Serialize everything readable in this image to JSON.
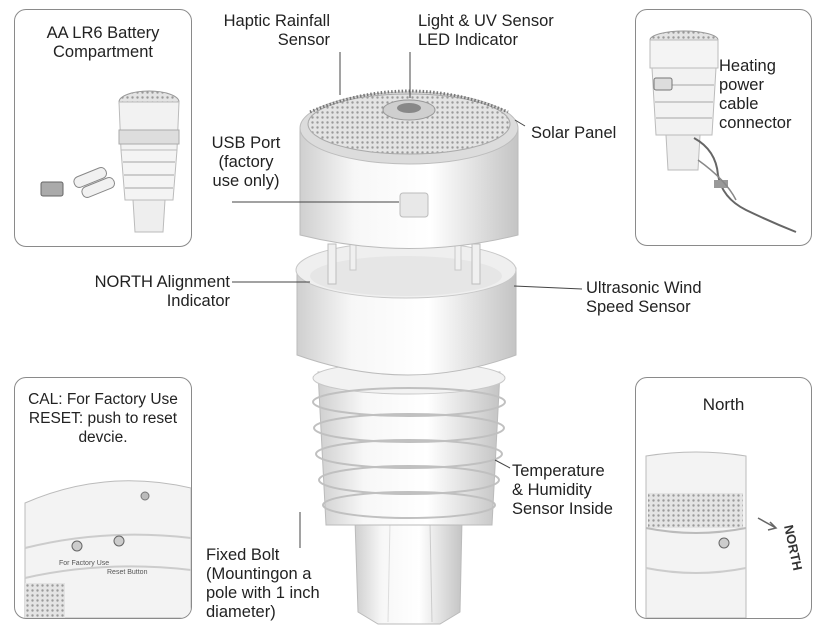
{
  "callouts": {
    "haptic_rainfall": [
      "Haptic Rainfall",
      "Sensor"
    ],
    "light_uv": [
      "Light & UV Sensor",
      "LED Indicator"
    ],
    "usb_port": [
      "USB Port",
      "(factory",
      "use only)"
    ],
    "solar_panel": [
      "Solar Panel"
    ],
    "north_alignment": [
      "NORTH Alignment",
      "Indicator"
    ],
    "ultrasonic_wind": [
      "Ultrasonic Wind",
      "Speed Sensor"
    ],
    "temp_humidity": [
      "Temperature",
      "& Humidity",
      "Sensor Inside"
    ],
    "fixed_bolt": [
      "Fixed Bolt",
      "(Mountingon a",
      "pole with 1 inch",
      "diameter)"
    ]
  },
  "insets": {
    "battery": {
      "title": [
        "AA LR6 Battery",
        "Compartment"
      ]
    },
    "heating": {
      "title": [
        "Heating",
        "power",
        "cable",
        "connector"
      ]
    },
    "cal_reset": {
      "title": [
        "CAL: For Factory Use",
        "RESET: push to reset",
        "devcie."
      ],
      "small_labels": [
        "For Factory Use",
        "Reset Button"
      ]
    },
    "north": {
      "title": "North",
      "arrow_text": "NORTH"
    }
  },
  "colors": {
    "frame": "#8a8a8a",
    "line": "#333333",
    "body": "#f4f4f4",
    "shade": "#d9d9d9"
  }
}
